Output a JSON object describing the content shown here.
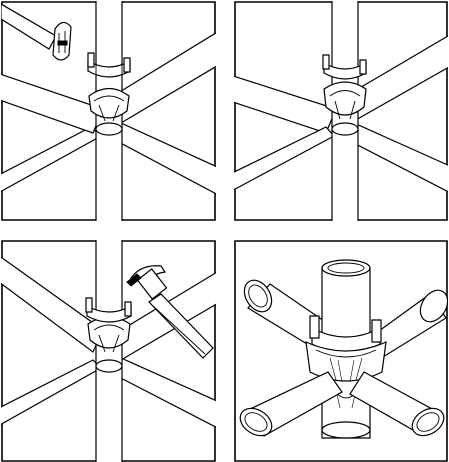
{
  "figure": {
    "background": "#ffffff",
    "line_color": "#000000",
    "panels": [
      {
        "id": "step-1",
        "content": [
          "vertical-standard",
          "four-ledger-tubes",
          "coupler-cup-raised",
          "pipe-clamp-icon"
        ]
      },
      {
        "id": "step-2",
        "content": [
          "vertical-standard",
          "four-ledger-tubes",
          "coupler-cup-lowered"
        ]
      },
      {
        "id": "step-3",
        "content": [
          "vertical-standard",
          "four-ledger-tubes",
          "coupler-cup-lowered",
          "hammer-icon"
        ]
      },
      {
        "id": "step-4",
        "content": [
          "vertical-standard",
          "four-ledger-tubes",
          "cup-lock-node-closeup"
        ]
      }
    ]
  }
}
